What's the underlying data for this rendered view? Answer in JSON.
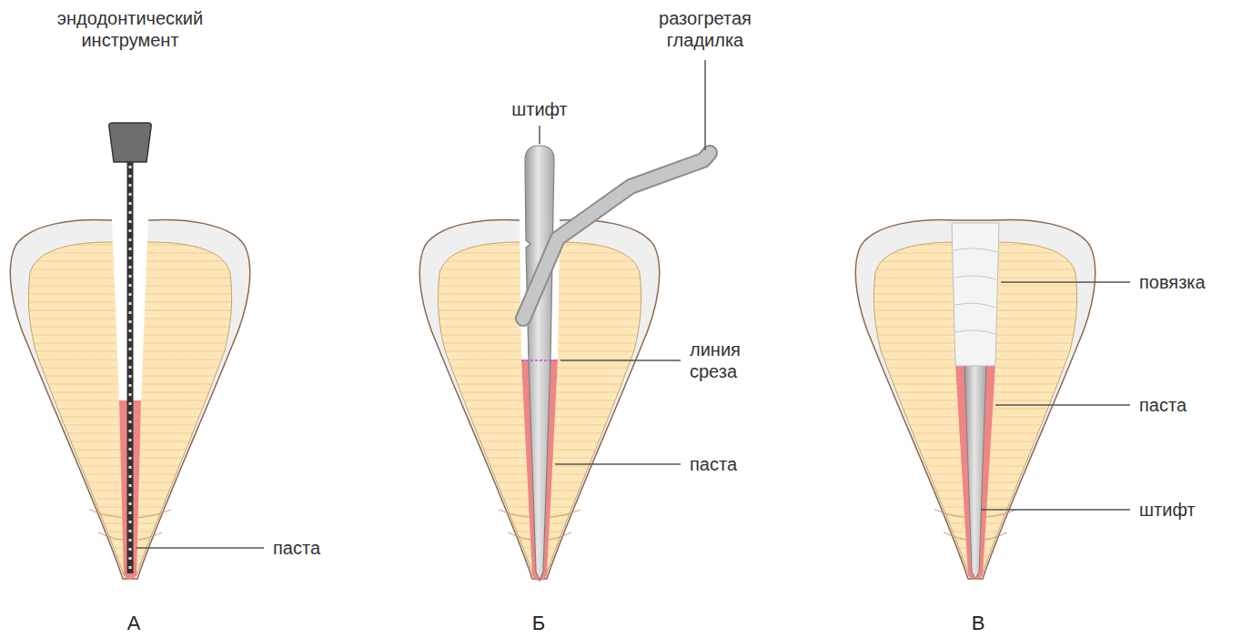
{
  "diagram": {
    "labels": [
      "эндодонтический инструмент",
      "паста",
      "штифт",
      "разогретая гладилка",
      "линия среза",
      "паста",
      "повязка",
      "паста",
      "штифт",
      "А",
      "Б",
      "В"
    ]
  }
}
